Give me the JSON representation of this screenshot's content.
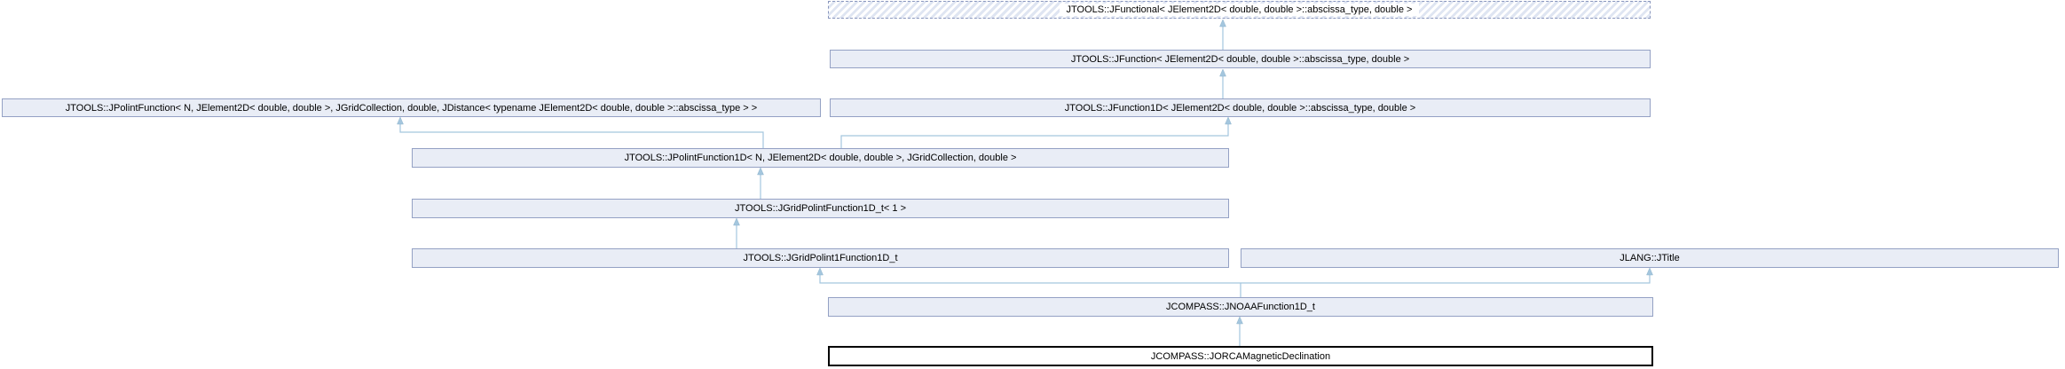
{
  "diagram": {
    "title": "Inheritance graph for JCOMPASS::JORCAMagneticDeclination",
    "type": "class-inheritance-diagram",
    "colors": {
      "node_fill": "#e9edf6",
      "node_border": "#94a1c4",
      "dashed_node_border": "#8996bd",
      "hatch_stripe": "#dfe5f2",
      "main_node_border": "#000000",
      "edge": "#a4c6de",
      "background": "#ffffff"
    },
    "nodes": [
      {
        "id": "jfunctional",
        "label": "JTOOLS::JFunctional< JElement2D< double, double >::abscissa_type, double >",
        "style": "dashed-template"
      },
      {
        "id": "jfunction",
        "label": "JTOOLS::JFunction< JElement2D< double, double >::abscissa_type, double >",
        "style": "solid"
      },
      {
        "id": "jpolintfunction",
        "label": "JTOOLS::JPolintFunction< N, JElement2D< double, double >, JGridCollection, double, JDistance< typename JElement2D< double, double >::abscissa_type > >",
        "style": "solid"
      },
      {
        "id": "jfunction1d",
        "label": "JTOOLS::JFunction1D< JElement2D< double, double >::abscissa_type, double >",
        "style": "solid"
      },
      {
        "id": "jpolintfunction1d",
        "label": "JTOOLS::JPolintFunction1D< N, JElement2D< double, double >, JGridCollection, double >",
        "style": "solid"
      },
      {
        "id": "jgridpolintfunction1d_t",
        "label": "JTOOLS::JGridPolintFunction1D_t< 1 >",
        "style": "solid"
      },
      {
        "id": "jgridpolint1function1d_t",
        "label": "JTOOLS::JGridPolint1Function1D_t",
        "style": "solid"
      },
      {
        "id": "jtitle",
        "label": "JLANG::JTitle",
        "style": "solid"
      },
      {
        "id": "jnoaafunction1d_t",
        "label": "JCOMPASS::JNOAAFunction1D_t",
        "style": "solid"
      },
      {
        "id": "jorcamagneticdeclination",
        "label": "JCOMPASS::JORCAMagneticDeclination",
        "style": "main"
      }
    ],
    "edges": [
      {
        "from": "jfunction",
        "to": "jfunctional",
        "relation": "inherits"
      },
      {
        "from": "jfunction1d",
        "to": "jfunction",
        "relation": "inherits"
      },
      {
        "from": "jpolintfunction1d",
        "to": "jpolintfunction",
        "relation": "inherits"
      },
      {
        "from": "jpolintfunction1d",
        "to": "jfunction1d",
        "relation": "inherits"
      },
      {
        "from": "jgridpolintfunction1d_t",
        "to": "jpolintfunction1d",
        "relation": "inherits"
      },
      {
        "from": "jgridpolint1function1d_t",
        "to": "jgridpolintfunction1d_t",
        "relation": "inherits"
      },
      {
        "from": "jnoaafunction1d_t",
        "to": "jgridpolint1function1d_t",
        "relation": "inherits"
      },
      {
        "from": "jnoaafunction1d_t",
        "to": "jtitle",
        "relation": "inherits"
      },
      {
        "from": "jorcamagneticdeclination",
        "to": "jnoaafunction1d_t",
        "relation": "inherits"
      }
    ]
  }
}
